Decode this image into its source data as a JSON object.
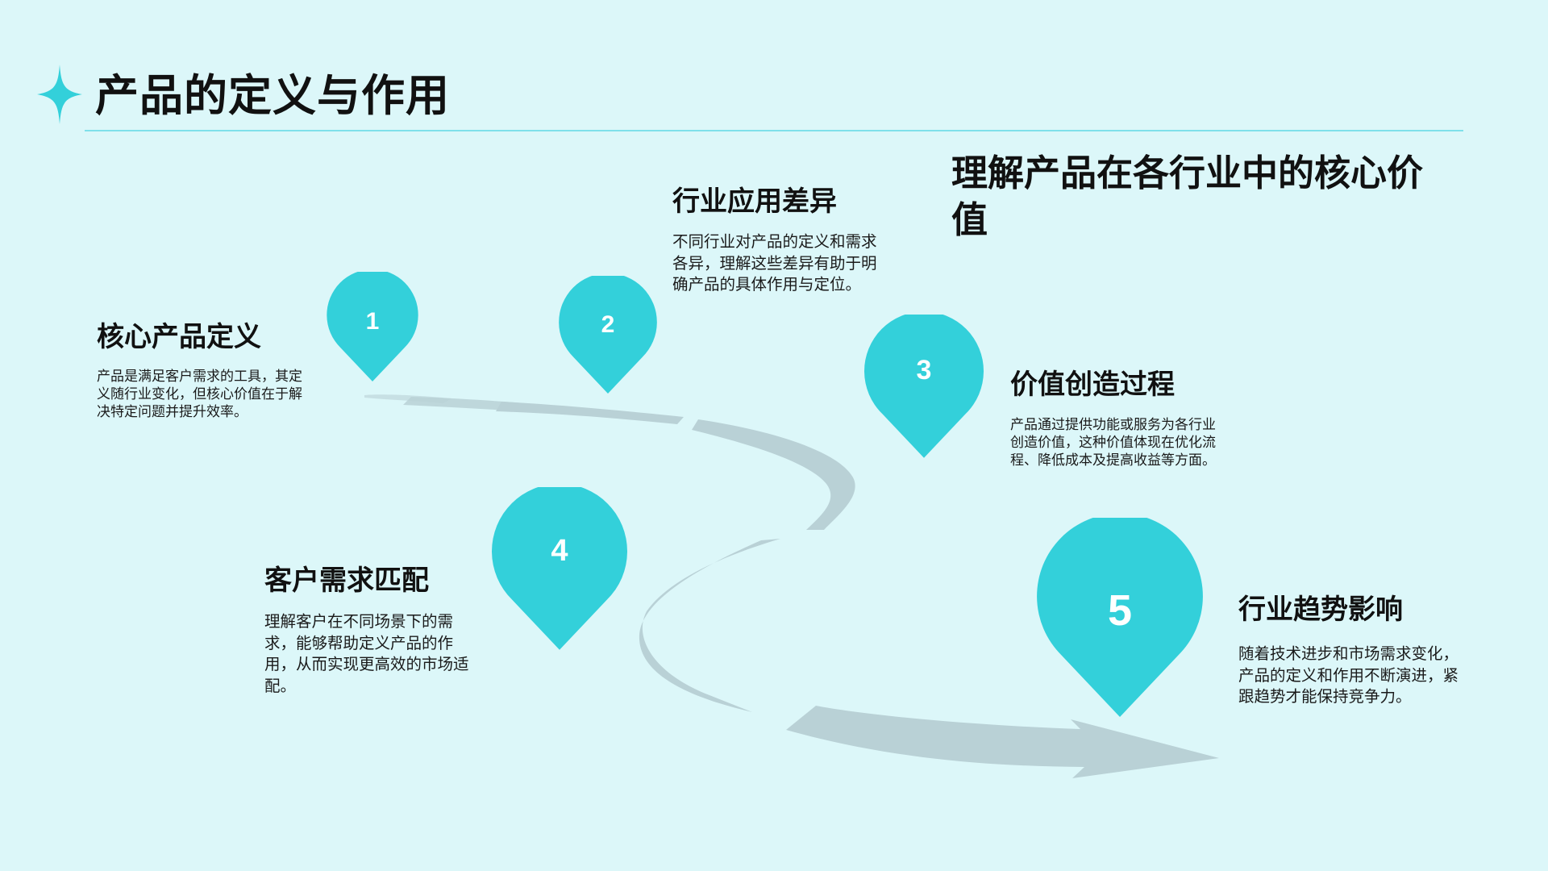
{
  "header": {
    "title": "产品的定义与作用",
    "subtitle": "理解产品在各行业中的核心价值"
  },
  "colors": {
    "background": "#dcf7f9",
    "accent": "#33d0da",
    "road": "#b9d1d6",
    "rule": "#7fe0ea",
    "text": "#111111"
  },
  "icons": {
    "title_mark": "four-point-star-icon",
    "step_marker": "map-pin-icon",
    "path": "winding-road-arrow"
  },
  "steps": [
    {
      "number": "1",
      "title": "核心产品定义",
      "description": "产品是满足客户需求的工具，其定义随行业变化，但核心价值在于解决特定问题并提升效率。"
    },
    {
      "number": "2",
      "title": "行业应用差异",
      "description": "不同行业对产品的定义和需求各异，理解这些差异有助于明确产品的具体作用与定位。"
    },
    {
      "number": "3",
      "title": "价值创造过程",
      "description": "产品通过提供功能或服务为各行业创造价值，这种价值体现在优化流程、降低成本及提高收益等方面。"
    },
    {
      "number": "4",
      "title": "客户需求匹配",
      "description": "理解客户在不同场景下的需求，能够帮助定义产品的作用，从而实现更高效的市场适配。"
    },
    {
      "number": "5",
      "title": "行业趋势影响",
      "description": "随着技术进步和市场需求变化，产品的定义和作用不断演进，紧跟趋势才能保持竞争力。"
    }
  ]
}
